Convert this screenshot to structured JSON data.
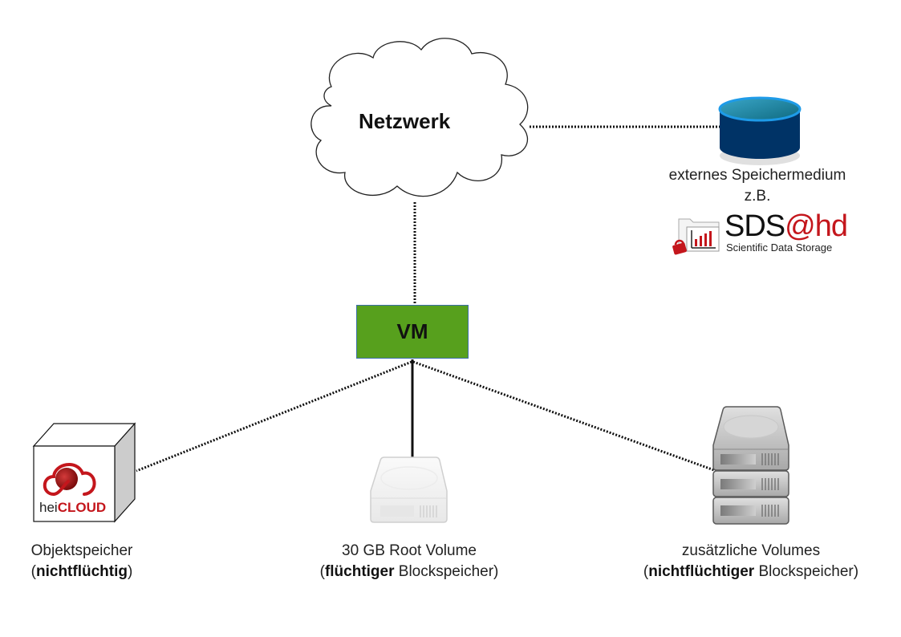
{
  "nodes": {
    "network": {
      "label": "Netzwerk",
      "icon": "cloud-icon"
    },
    "vm": {
      "label": "VM",
      "fill": "#57a01d",
      "border": "#3c6fa8"
    },
    "external_storage": {
      "label_line1": "externes Speichermedium",
      "label_line2": "z.B.",
      "icon": "database-cylinder-icon",
      "colors": {
        "body": "#003366",
        "rim": "#1e9be8",
        "top": "#2a8fa8"
      },
      "logo": {
        "name": "SDS@hd",
        "prefix": "SDS",
        "suffix": "@hd",
        "subtitle": "Scientific Data Storage",
        "accent": "#c4161c"
      }
    },
    "object_storage": {
      "icon": "cube-icon",
      "logo": {
        "prefix": "hei",
        "suffix": "CLOUD",
        "accent": "#c4161c"
      },
      "label_line1": "Objektspeicher",
      "label_line2_open": "(",
      "label_line2_bold": "nichtflüchtig",
      "label_line2_close": ")"
    },
    "root_volume": {
      "icon": "hard-drive-icon",
      "label_line1": "30 GB Root Volume",
      "label_line2_open": "(",
      "label_line2_bold": "flüchtiger",
      "label_line2_rest": " Blockspeicher)"
    },
    "extra_volumes": {
      "icon": "stacked-drives-icon",
      "label_line1": "zusätzliche Volumes",
      "label_line2_open": "(",
      "label_line2_bold": "nichtflüchtiger",
      "label_line2_rest": " Blockspeicher)"
    }
  },
  "edges": [
    {
      "from": "network",
      "to": "external_storage",
      "style": "dotted"
    },
    {
      "from": "network",
      "to": "vm",
      "style": "dotted"
    },
    {
      "from": "vm",
      "to": "object_storage",
      "style": "dotted"
    },
    {
      "from": "vm",
      "to": "root_volume",
      "style": "solid"
    },
    {
      "from": "vm",
      "to": "extra_volumes",
      "style": "dotted"
    }
  ]
}
